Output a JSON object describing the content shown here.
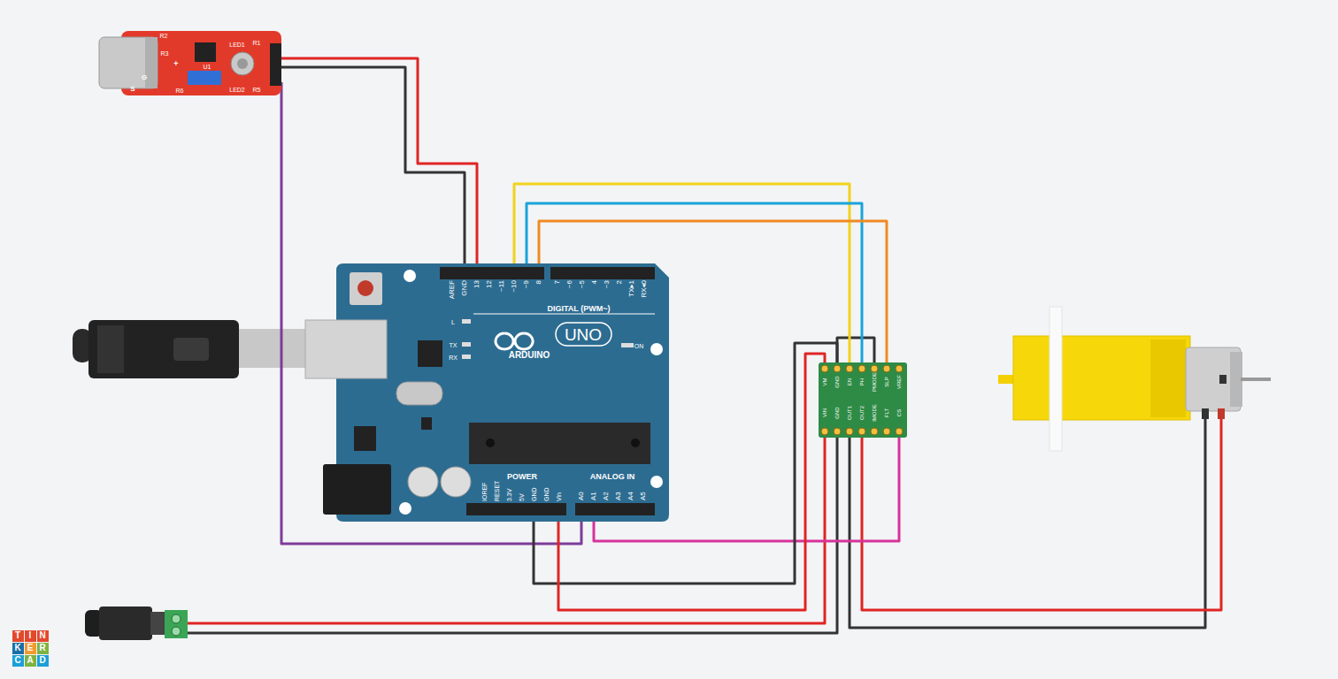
{
  "diagram": {
    "nodes": [
      {
        "text": [
          "S",
          "G",
          "R2",
          "R3",
          "+",
          "U1",
          "LED1",
          "R1",
          "LED2",
          "R5",
          "R6"
        ]
      },
      {
        "text": [
          "AREF",
          "GND",
          "13",
          "12",
          "~11",
          "~10",
          "~9",
          "8",
          "7",
          "~6",
          "~5",
          "4",
          "~3",
          "2",
          "TX▸1",
          "RX◂0",
          "DIGITAL (PWM~)",
          "L",
          "TX",
          "RX",
          "ARDUINO",
          "UNO",
          "ON",
          "IOREF",
          "RESET",
          "3.3V",
          "5V",
          "GND",
          "GND",
          "Vin",
          "POWER",
          "ANALOG IN",
          "A0",
          "A1",
          "A2",
          "A3",
          "A4",
          "A5"
        ]
      },
      {
        "text": [
          "VM",
          "GND",
          "EN",
          "PH",
          "PMODE",
          "SLP",
          "VREF",
          "VIN",
          "GND",
          "OUT1",
          "OUT2",
          "IMODE",
          "FLT",
          "CS"
        ]
      }
    ],
    "edges": [
      {
        "from": 0,
        "to": 1,
        "arrow": "none"
      },
      {
        "from": 0,
        "to": 1,
        "arrow": "none"
      },
      {
        "from": 0,
        "to": 1,
        "arrow": "none"
      },
      {
        "from": 1,
        "to": 2,
        "arrow": "none"
      },
      {
        "from": 1,
        "to": 2,
        "arrow": "none"
      },
      {
        "from": 1,
        "to": 2,
        "arrow": "none"
      },
      {
        "from": 1,
        "to": 2,
        "arrow": "none"
      },
      {
        "from": 1,
        "to": 2,
        "arrow": "none"
      },
      {
        "from": 1,
        "to": 2,
        "arrow": "none"
      }
    ],
    "labels": [
      "T",
      "I",
      "N",
      "K",
      "E",
      "R",
      "C",
      "A",
      "D"
    ]
  }
}
